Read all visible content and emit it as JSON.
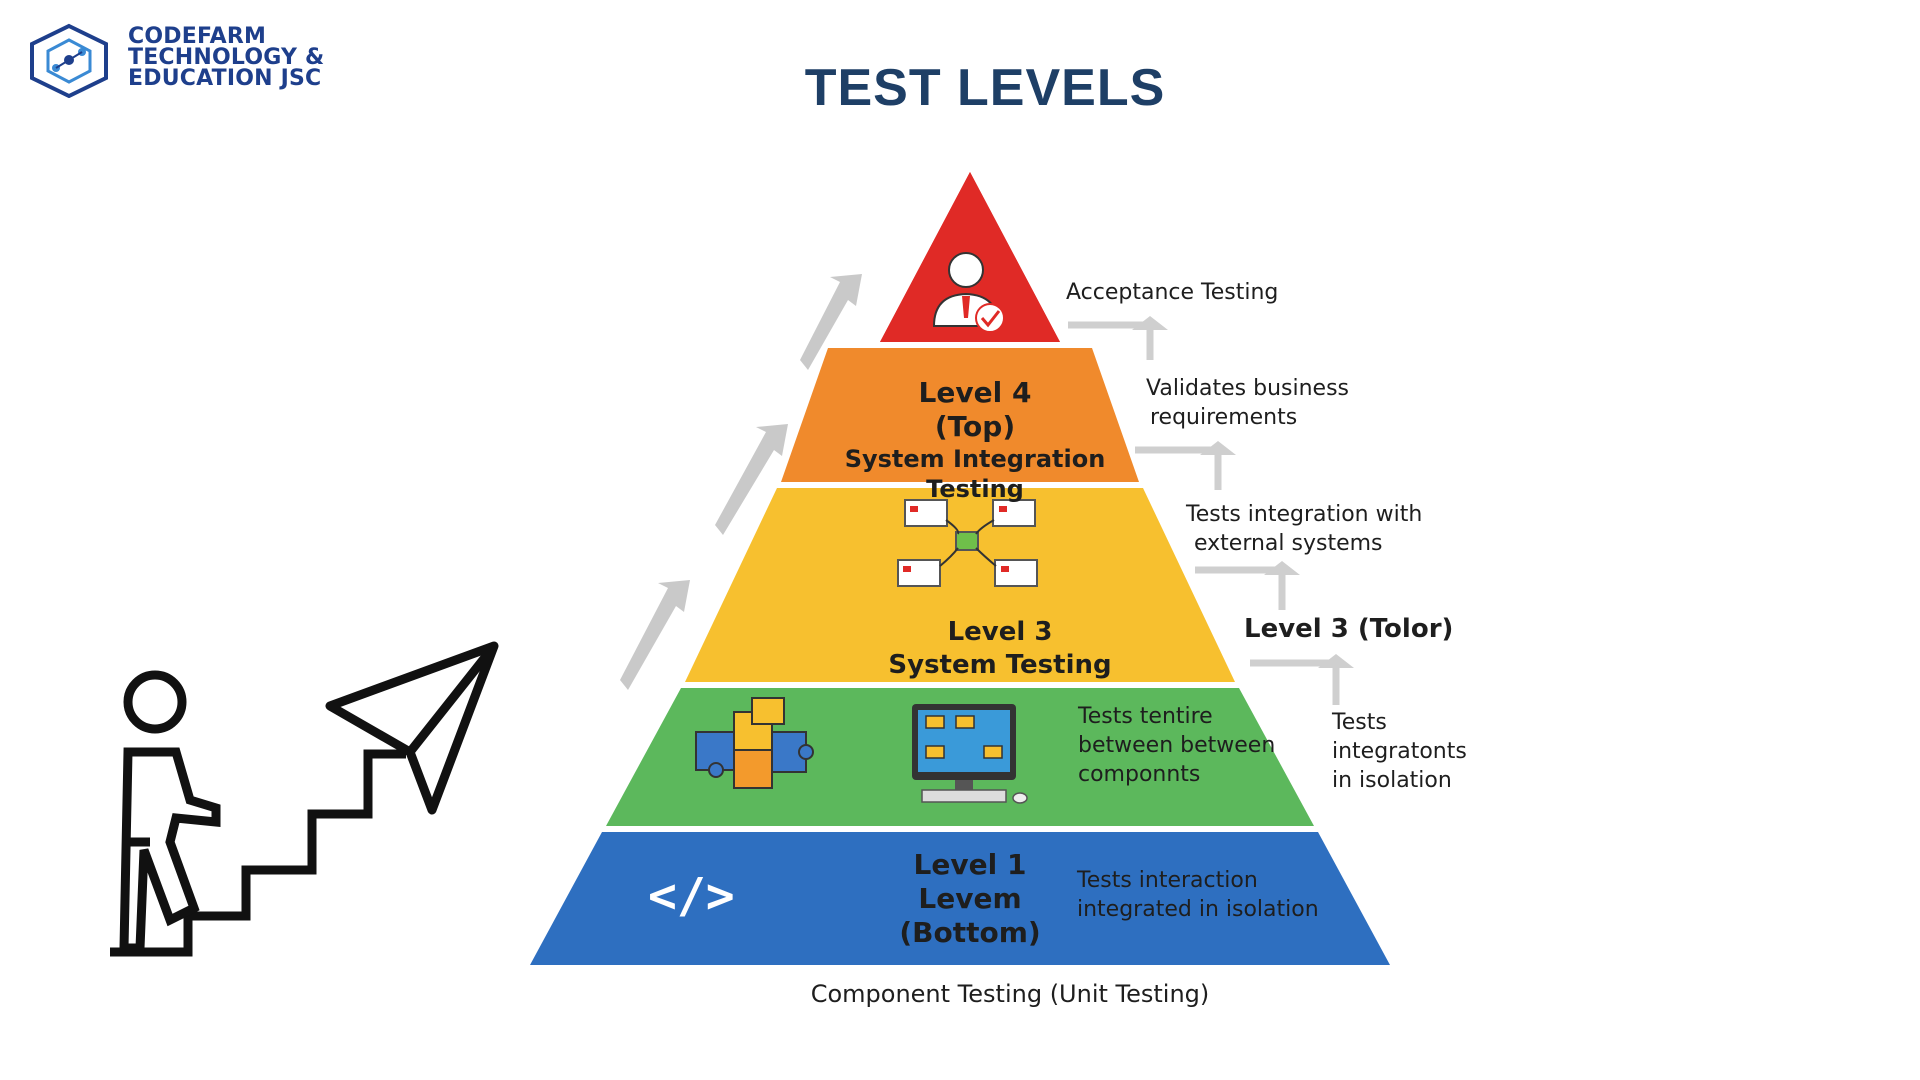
{
  "company": {
    "line1": "CODEFARM",
    "line2": "TECHNOLOGY &",
    "line3": "EDUCATION JSC"
  },
  "title": "TEST LEVELS",
  "pyramid": {
    "tier1": {
      "line1": "Level 1",
      "line2": "Levem",
      "line3": "(Bottom)",
      "desc1": "Tests interaction",
      "desc2": "integrated in isolation",
      "color": "#2e6fc0"
    },
    "tier2": {
      "desc1": "Tests tentire",
      "desc2": "between between",
      "desc3": "componnts",
      "color": "#5cb85c"
    },
    "tier3": {
      "line1": "Level 3",
      "line2": "System Testing",
      "color": "#f7c02f"
    },
    "tier4": {
      "line1": "Level 4",
      "line2": "(Top)",
      "line3": "System Integration Testing",
      "color": "#f08a2c"
    },
    "tier5": {
      "color": "#e02a26"
    },
    "base_label": "Component Testing (Unit Testing)"
  },
  "annotations": {
    "a1": "Acceptance Testing",
    "a2_l1": "Validates business",
    "a2_l2": "requirements",
    "a3_l1": "Tests integration with",
    "a3_l2": "external systems",
    "a4": "Level 3 (Tolor)",
    "a5_l1": "Tests",
    "a5_l2": "integratonts",
    "a5_l3": "in isolation"
  },
  "icons": [
    "logo-hexagon-icon",
    "user-check-icon",
    "network-flow-icon",
    "puzzle-icon",
    "computer-icon",
    "code-icon",
    "stairs-climber-icon",
    "paper-plane-icon",
    "up-arrow-icon"
  ]
}
